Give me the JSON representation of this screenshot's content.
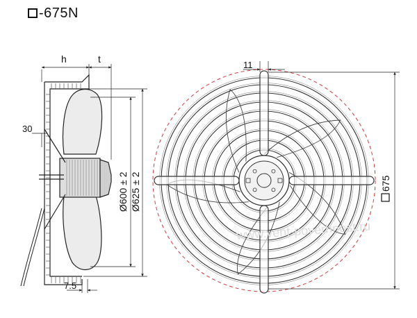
{
  "title": "-675N",
  "dimensions": {
    "h": "h",
    "t": "t",
    "angle": "30",
    "d600": "Ø600 ± 2",
    "d625": "Ø625 ± 2",
    "offset": "7.5",
    "slot": "11",
    "square": "675"
  },
  "watermark": "www.vent-poverhnost.ru",
  "colors": {
    "line": "#222222",
    "guard": "#333333",
    "blade_fill": "#ececec",
    "motor_fill": "#dedede",
    "dashed_circle": "#d23a3a"
  }
}
